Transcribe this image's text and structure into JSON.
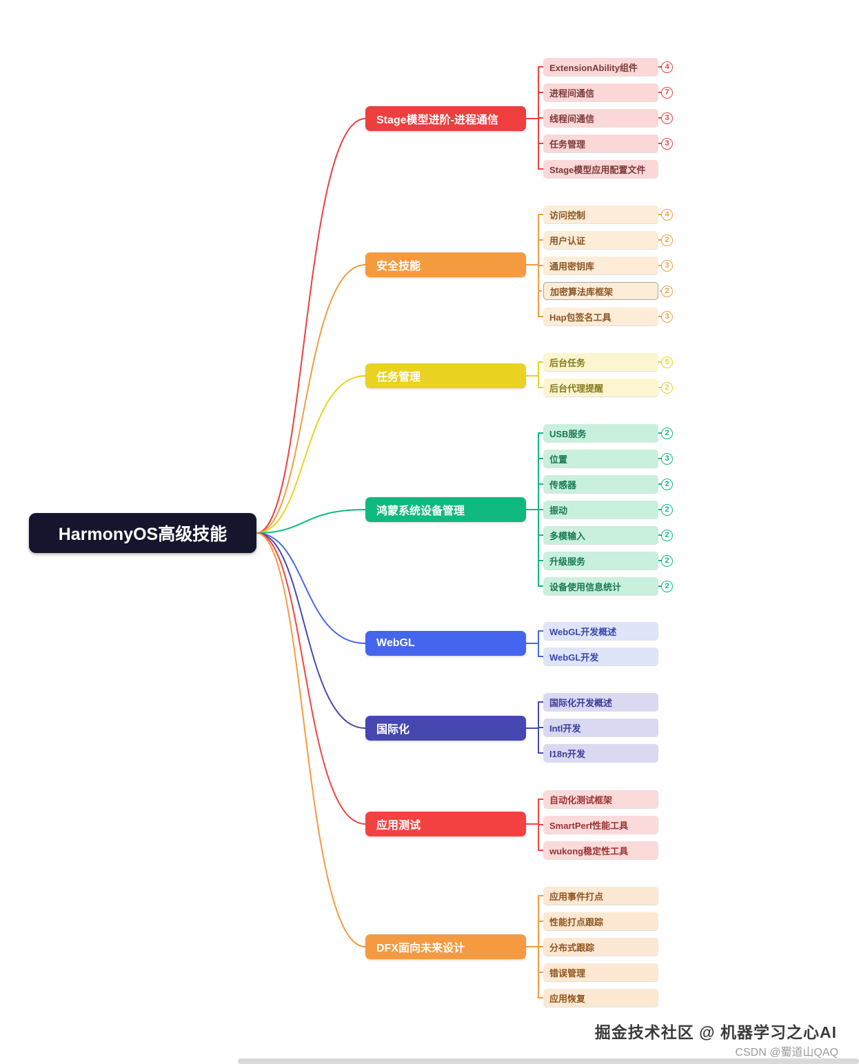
{
  "root": {
    "label": "HarmonyOS高级技能"
  },
  "branches": [
    {
      "label": "Stage模型进阶-进程通信",
      "color": "#ee3e3e",
      "child_bg": "#fbd8d8",
      "child_text": "#7c3a3a",
      "children": [
        {
          "label": "ExtensionAbility组件",
          "count": "4"
        },
        {
          "label": "进程间通信",
          "count": "7"
        },
        {
          "label": "线程间通信",
          "count": "3"
        },
        {
          "label": "任务管理",
          "count": "3"
        },
        {
          "label": "Stage模型应用配置文件"
        }
      ]
    },
    {
      "label": "安全技能",
      "color": "#f59b3f",
      "child_bg": "#fdecd8",
      "child_text": "#8a5525",
      "children": [
        {
          "label": "访问控制",
          "count": "4"
        },
        {
          "label": "用户认证",
          "count": "2"
        },
        {
          "label": "通用密钥库",
          "count": "3"
        },
        {
          "label": "加密算法库框架",
          "count": "2",
          "selected": true
        },
        {
          "label": "Hap包签名工具",
          "count": "3"
        }
      ]
    },
    {
      "label": "任务管理",
      "color": "#e9d320",
      "child_bg": "#fbf6cf",
      "child_text": "#857a1c",
      "children": [
        {
          "label": "后台任务",
          "count": "5"
        },
        {
          "label": "后台代理提醒",
          "count": "2"
        }
      ]
    },
    {
      "label": "鸿蒙系统设备管理",
      "color": "#10b97f",
      "child_bg": "#c9f0dd",
      "child_text": "#177a52",
      "children": [
        {
          "label": "USB服务",
          "count": "2"
        },
        {
          "label": "位置",
          "count": "3"
        },
        {
          "label": "传感器",
          "count": "2"
        },
        {
          "label": "振动",
          "count": "2"
        },
        {
          "label": "多模输入",
          "count": "2"
        },
        {
          "label": "升级服务",
          "count": "2"
        },
        {
          "label": "设备使用信息统计",
          "count": "2"
        }
      ]
    },
    {
      "label": "WebGL",
      "color": "#4565ee",
      "child_bg": "#dfe4f9",
      "child_text": "#3947ae",
      "children": [
        {
          "label": "WebGL开发概述"
        },
        {
          "label": "WebGL开发"
        }
      ]
    },
    {
      "label": "国际化",
      "color": "#4747b2",
      "child_bg": "#d9d9f1",
      "child_text": "#3b3b9e",
      "children": [
        {
          "label": "国际化开发概述"
        },
        {
          "label": "Intl开发"
        },
        {
          "label": "I18n开发"
        }
      ]
    },
    {
      "label": "应用测试",
      "color": "#f44141",
      "child_bg": "#fbdada",
      "child_text": "#9b3232",
      "children": [
        {
          "label": "自动化测试框架"
        },
        {
          "label": "SmartPerf性能工具"
        },
        {
          "label": "wukong稳定性工具"
        }
      ]
    },
    {
      "label": "DFX面向未来设计",
      "color": "#f59a40",
      "child_bg": "#fce8d3",
      "child_text": "#90551e",
      "children": [
        {
          "label": "应用事件打点"
        },
        {
          "label": "性能打点跟踪"
        },
        {
          "label": "分布式跟踪"
        },
        {
          "label": "错误管理"
        },
        {
          "label": "应用恢复"
        }
      ]
    }
  ],
  "watermarks": {
    "line1": "掘金技术社区 @ 机器学习之心AI",
    "line2": "CSDN @蜀道山QAQ"
  }
}
